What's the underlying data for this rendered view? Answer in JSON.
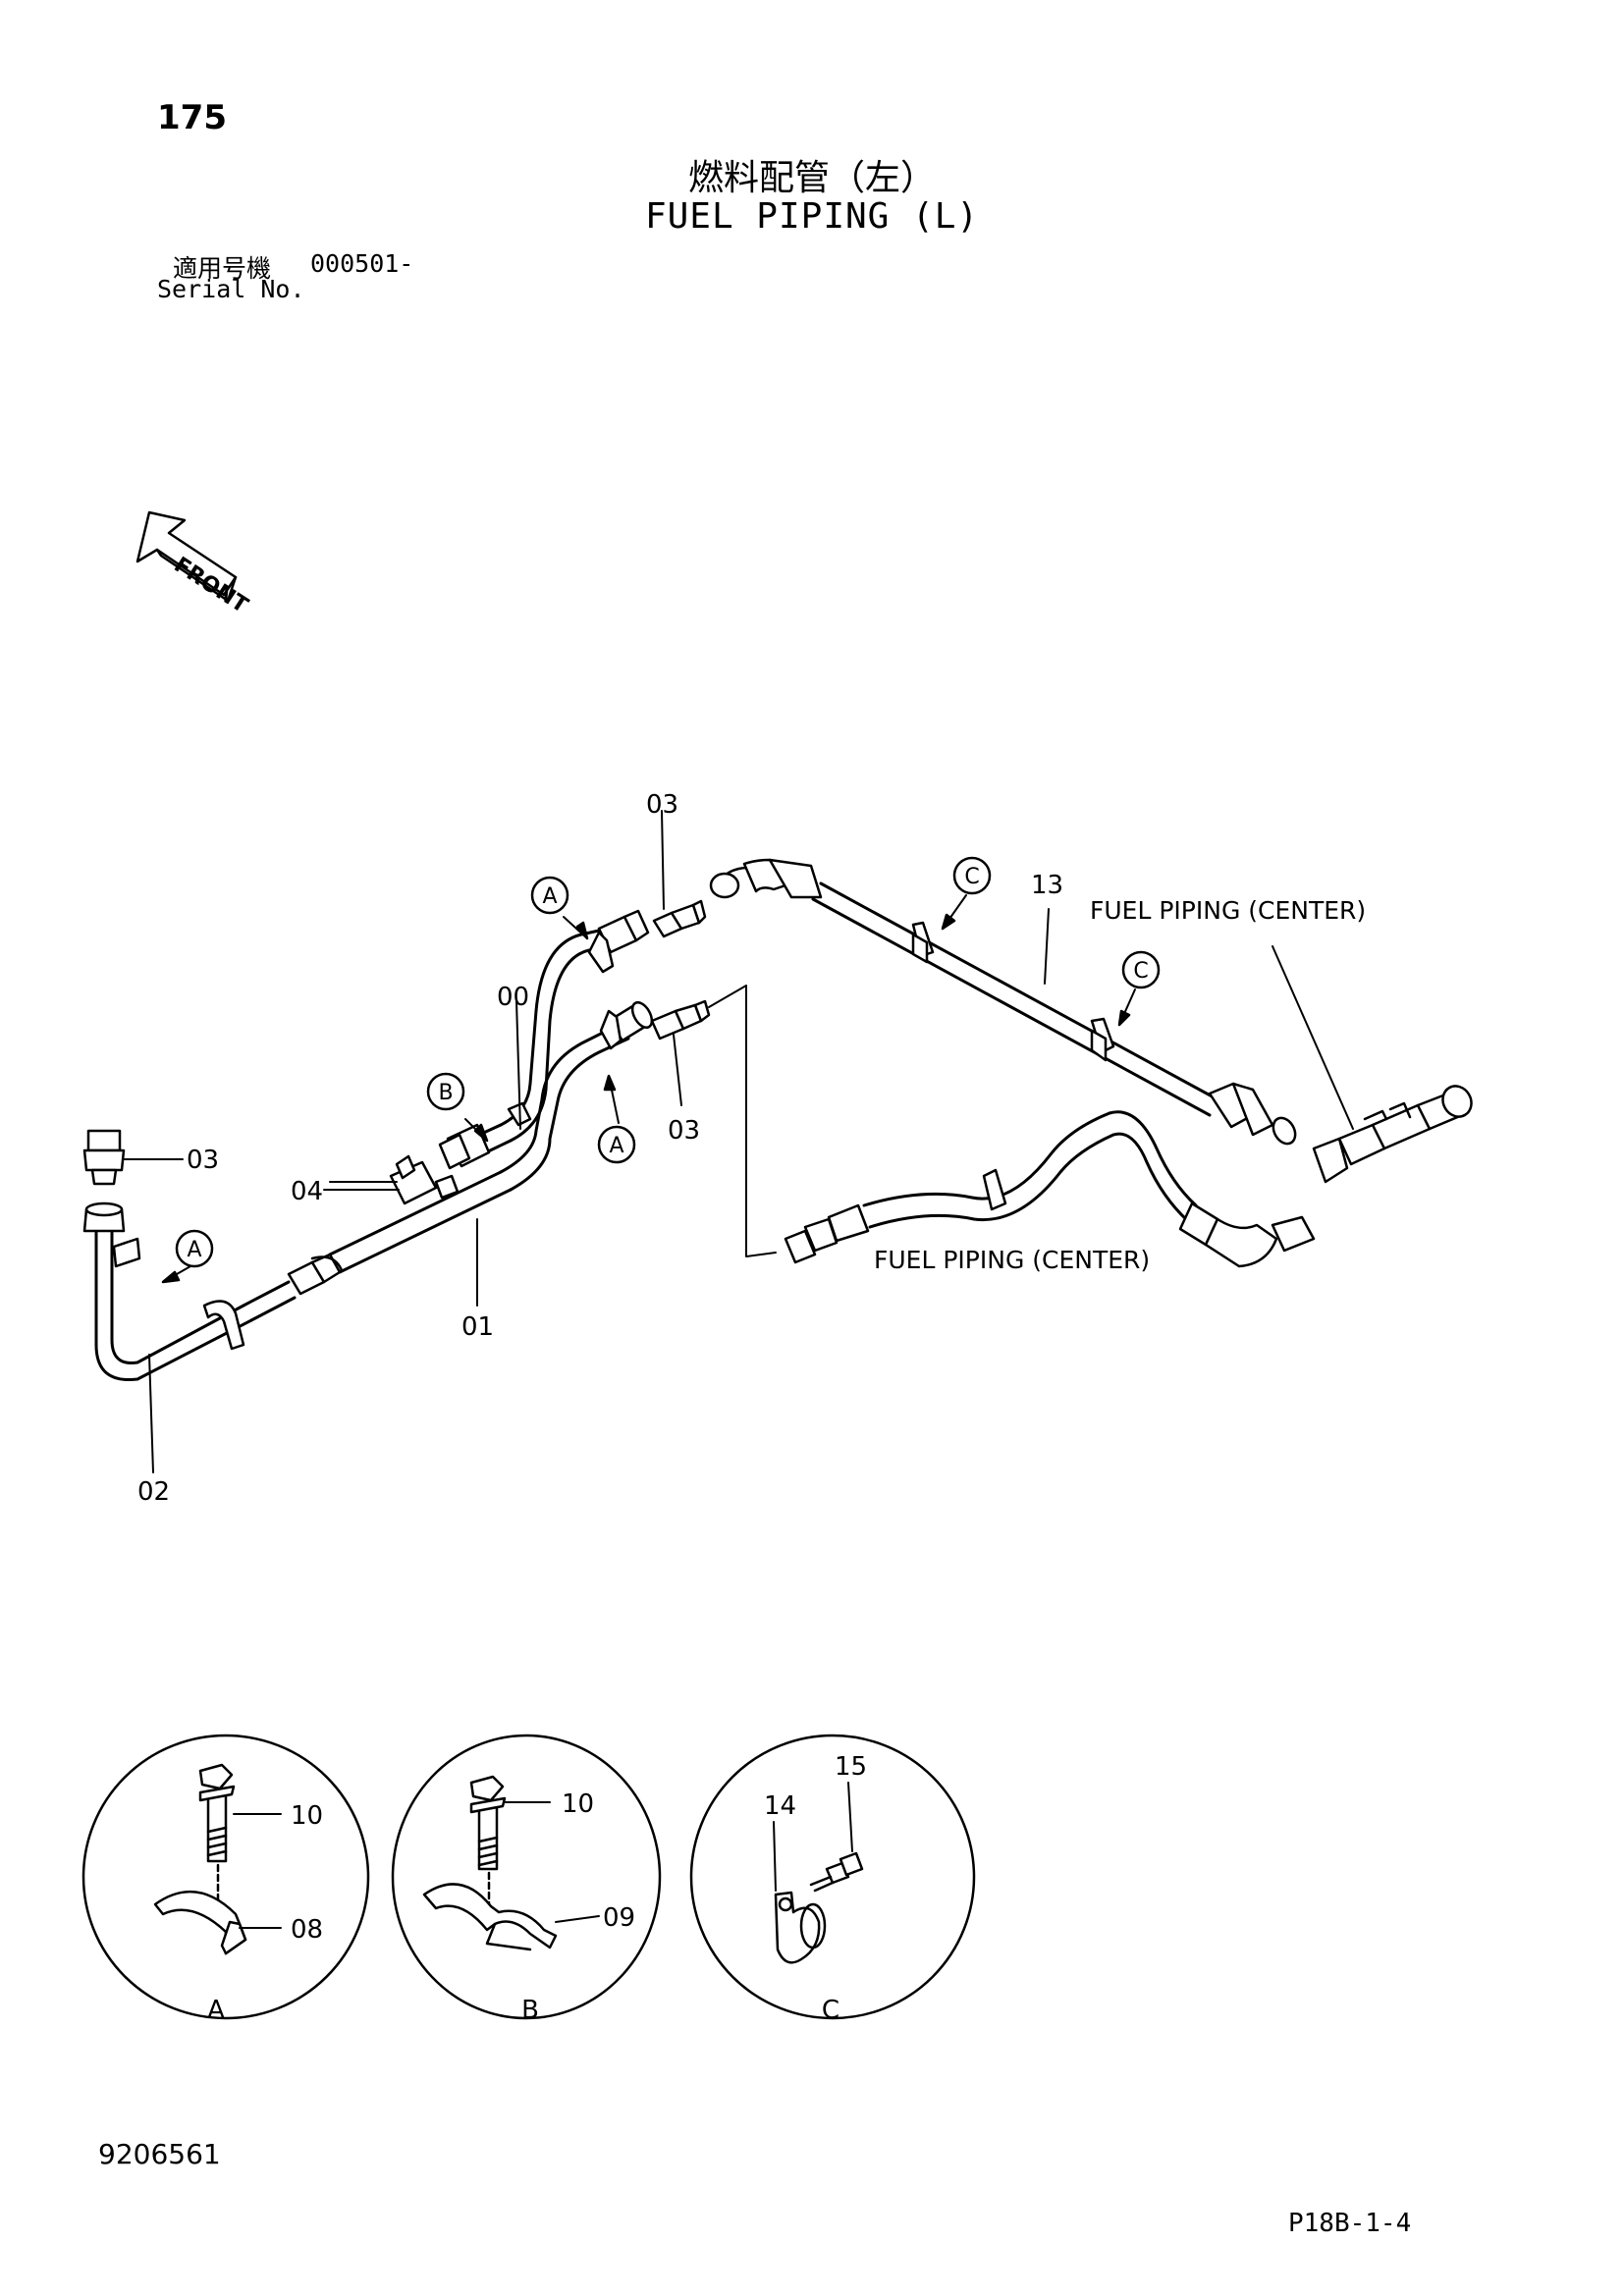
{
  "header": {
    "page_number": "175",
    "title_jp": "燃料配管（左）",
    "title_en": "FUEL PIPING (L)",
    "serial_label_jp": "適用号機",
    "serial_value": "000501-",
    "serial_label_en": "Serial No."
  },
  "diagram": {
    "front_label": "FRONT",
    "part_labels": {
      "p00": "00",
      "p01": "01",
      "p02": "02",
      "p03a": "03",
      "p03b": "03",
      "p03c": "03",
      "p04": "04",
      "p13": "13"
    },
    "callouts": {
      "a1": "A",
      "a2": "A",
      "a3": "A",
      "b1": "B",
      "c1": "C",
      "c2": "C"
    },
    "notes": {
      "center1": "FUEL PIPING (CENTER)",
      "center2": "FUEL PIPING (CENTER)"
    },
    "details": {
      "A": {
        "label": "A",
        "bolt": "10",
        "clamp": "08"
      },
      "B": {
        "label": "B",
        "bolt": "10",
        "clamp": "09"
      },
      "C": {
        "label": "C",
        "clamp": "14",
        "bolt": "15"
      }
    }
  },
  "footer": {
    "doc_number": "9206561",
    "page_ref": "P18B-1-4"
  }
}
